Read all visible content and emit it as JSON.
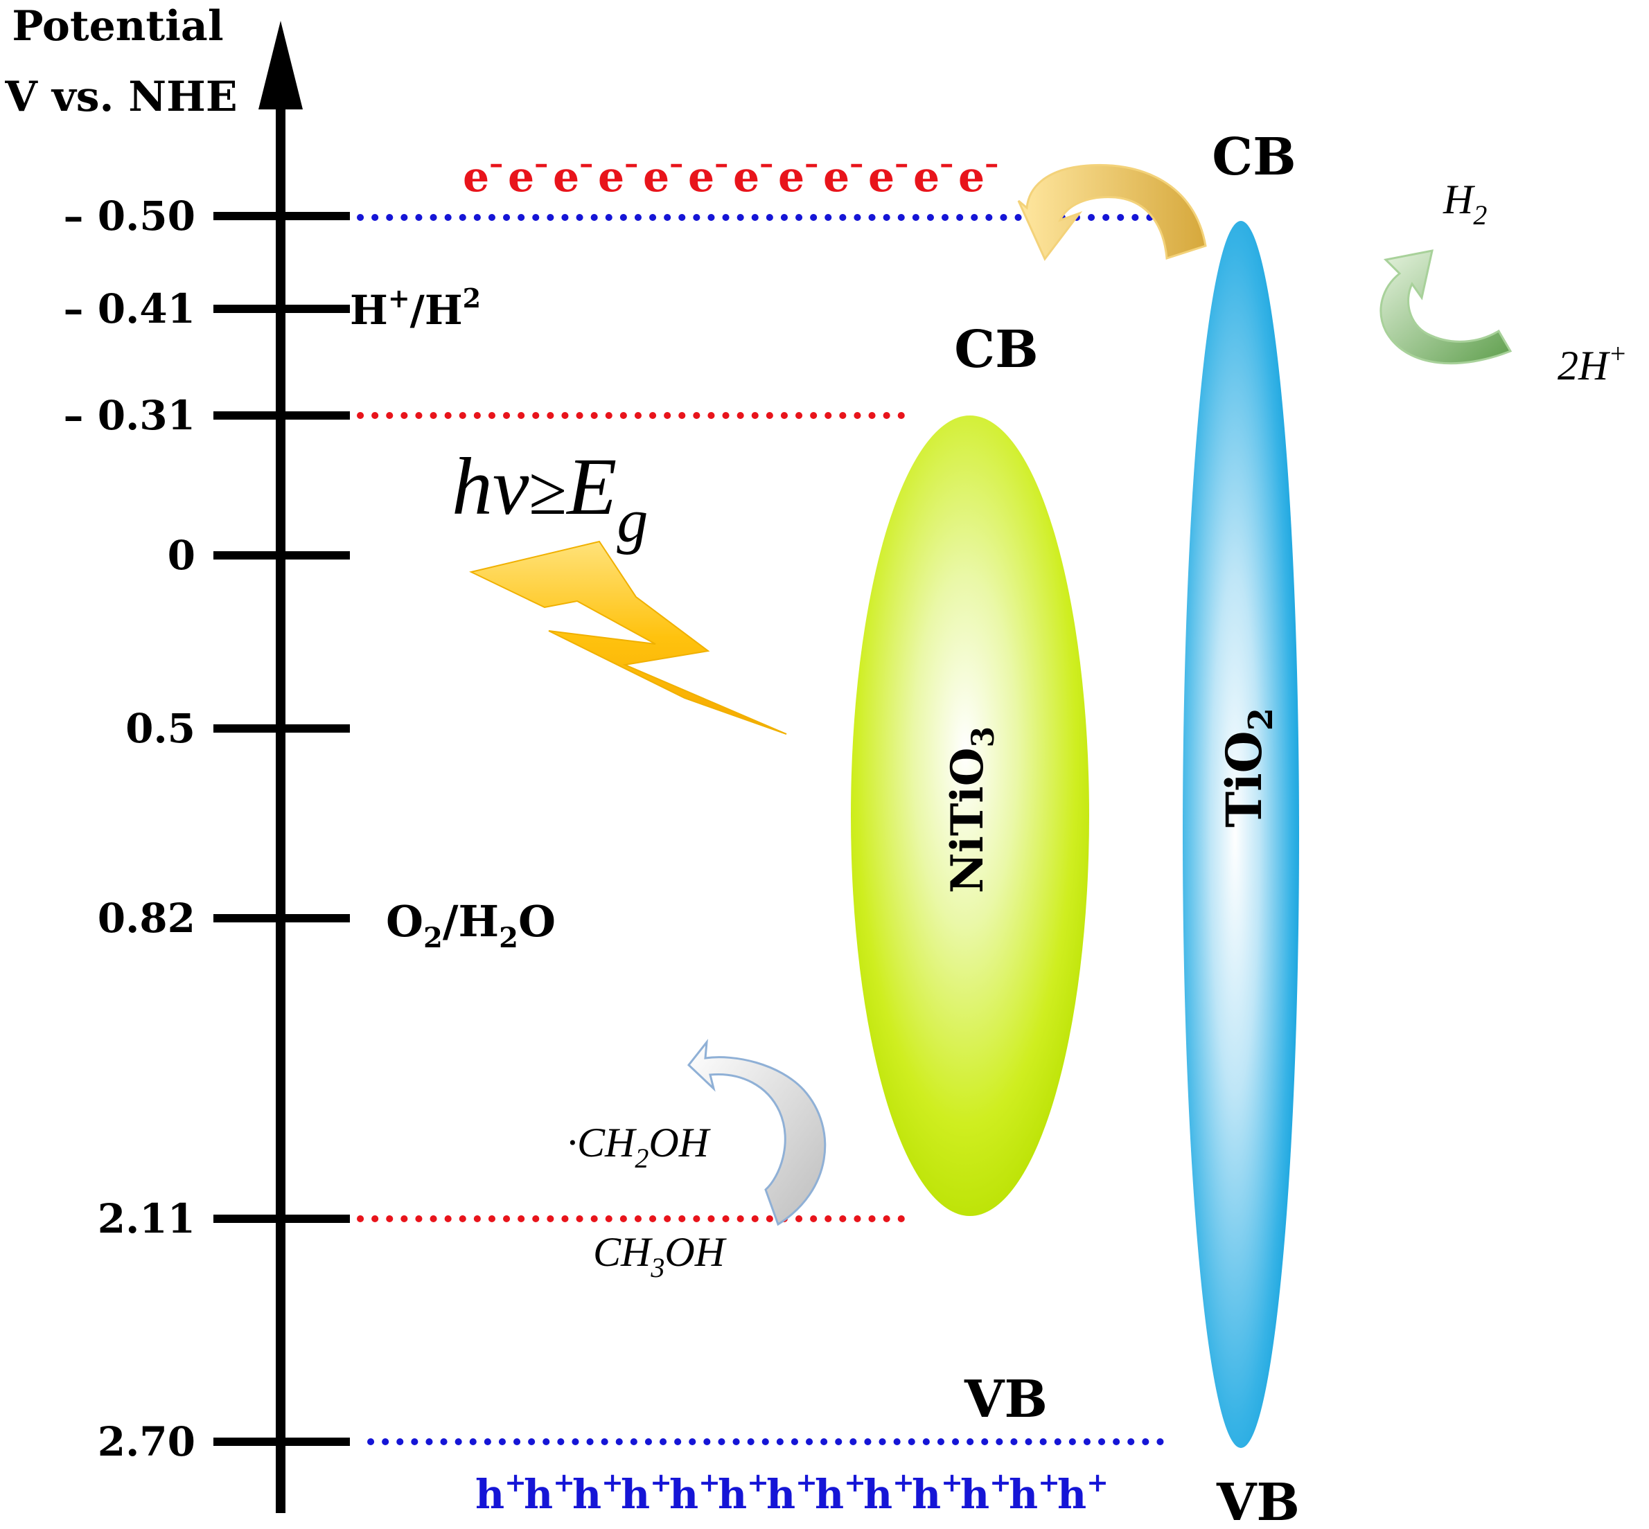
{
  "axis": {
    "title_line1": "Potential",
    "title_line2": "V vs. NHE",
    "ticks": [
      {
        "label": "– 0.50",
        "value": -0.5
      },
      {
        "label": "– 0.41",
        "value": -0.41
      },
      {
        "label": "– 0.31",
        "value": -0.31
      },
      {
        "label": "0",
        "value": 0
      },
      {
        "label": "0.5",
        "value": 0.5
      },
      {
        "label": "0.82",
        "value": 0.82
      },
      {
        "label": "2.11",
        "value": 2.11
      },
      {
        "label": "2.70",
        "value": 2.7
      }
    ]
  },
  "redox": {
    "h_label": "H",
    "h_sup": "+",
    "h_slash": "/H",
    "h_sup2": "2",
    "o_label": "O",
    "o_sub": "2",
    "o_slash": "/H",
    "o_sub2": "2",
    "o_tail": "O"
  },
  "light": {
    "hv": "hv",
    "ge": "≥",
    "E": "E",
    "g": "g"
  },
  "nitio3": {
    "label": "NiTiO",
    "sub": "3",
    "cb": "CB",
    "vb": "VB",
    "cb_potential": -0.31,
    "vb_potential": 2.11
  },
  "tio2": {
    "label": "TiO",
    "sub": "2",
    "cb": "CB",
    "vb": "VB",
    "cb_potential": -0.5,
    "vb_potential": 2.7
  },
  "electrons": {
    "symbol": "e",
    "charge": "–",
    "count": 12
  },
  "holes": {
    "symbol": "h",
    "charge": "+",
    "count": 13
  },
  "h2_reaction": {
    "product": "H",
    "product_sub": "2",
    "reactant": "2H",
    "reactant_sup": "+"
  },
  "methanol_reaction": {
    "product_dot": "·CH",
    "product_sub": "2",
    "product_tail": "OH",
    "reactant": "CH",
    "reactant_sub": "3",
    "reactant_tail": "OH"
  },
  "colors": {
    "axis": "#000000",
    "electron": "#e8141b",
    "hole": "#1515d6",
    "cb_line_nitio3": "#e8141b",
    "cb_line_tio2": "#1515d6",
    "nitio3_fill": "#c7ef00",
    "tio2_fill": "#18a7e0",
    "bolt": "#ffc20e",
    "orange_arrow": "#d9b24a",
    "green_arrow": "#6aa85a",
    "gray_arrow": "#c8c8c8"
  }
}
